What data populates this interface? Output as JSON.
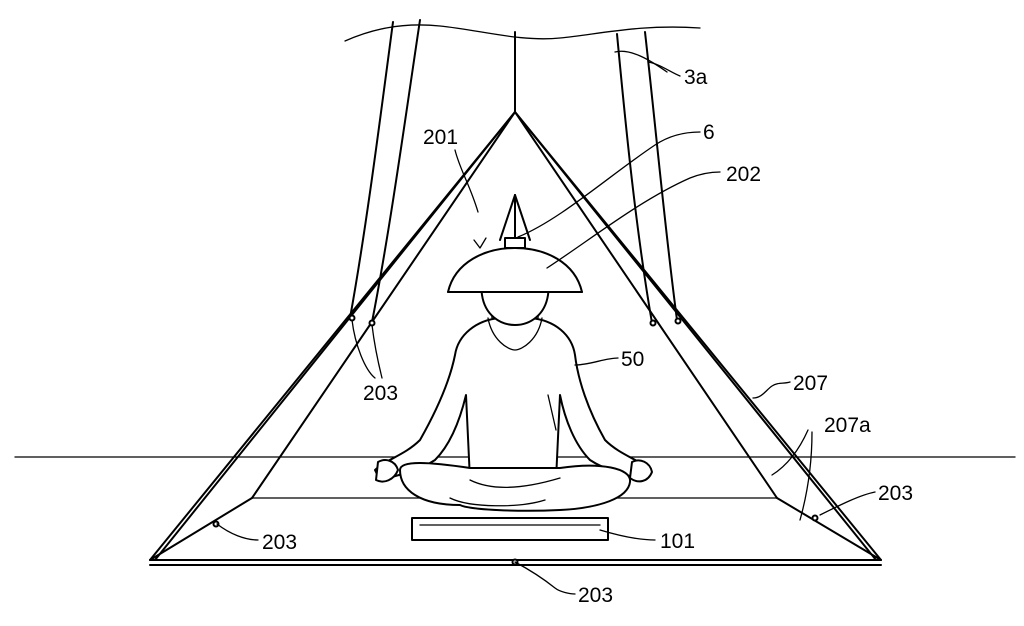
{
  "labels": {
    "hanging_strings": "3a",
    "hanger": "6",
    "hood_arrow": "201",
    "hood": "202",
    "person": "50",
    "frame_joint_left": "203",
    "frame": "207",
    "frame_edges": "207a",
    "frame_joint_right": "203",
    "frame_joint_bottom_left": "203",
    "cushion": "101",
    "frame_joint_bottom_center": "203"
  }
}
